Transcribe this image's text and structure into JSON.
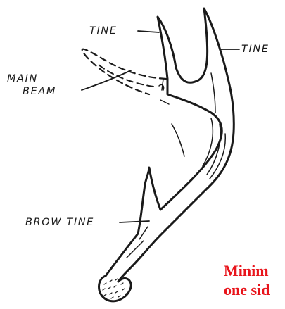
{
  "diagram": {
    "labels": {
      "tine_left": "TINE",
      "tine_right": "TINE",
      "main_beam_line1": "MAIN",
      "main_beam_line2": "BEAM",
      "brow_tine": "BROW TINE"
    },
    "caption": {
      "line1": "Minim",
      "line2": "one sid"
    },
    "colors": {
      "ink": "#1a1a1a",
      "caption": "#e8141b",
      "background": "#ffffff"
    }
  }
}
